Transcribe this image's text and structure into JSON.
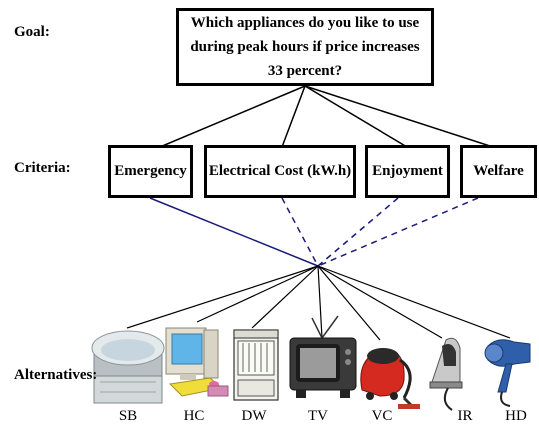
{
  "labels": {
    "goal": "Goal:",
    "criteria": "Criteria:",
    "alternatives": "Alternatives:"
  },
  "goal": {
    "text": "Which appliances do you like to use during peak hours if price increases 33 percent?"
  },
  "criteria": [
    {
      "label": "Emergency",
      "link_style": "solid"
    },
    {
      "label": "Electrical Cost (kW.h)",
      "link_style": "dashed"
    },
    {
      "label": "Enjoyment",
      "link_style": "dashed"
    },
    {
      "label": "Welfare",
      "link_style": "dashed"
    }
  ],
  "alternatives": [
    {
      "label": "SB",
      "icon": "bathtub-icon"
    },
    {
      "label": "HC",
      "icon": "home-computer-icon"
    },
    {
      "label": "DW",
      "icon": "dishwasher-icon"
    },
    {
      "label": "TV",
      "icon": "television-icon"
    },
    {
      "label": "VC",
      "icon": "vacuum-cleaner-icon"
    },
    {
      "label": "IR",
      "icon": "iron-icon"
    },
    {
      "label": "HD",
      "icon": "hair-dryer-icon"
    }
  ],
  "colors": {
    "link_criteria": "#1a1a7a",
    "link_goal": "#000000",
    "box_border": "#000000"
  }
}
